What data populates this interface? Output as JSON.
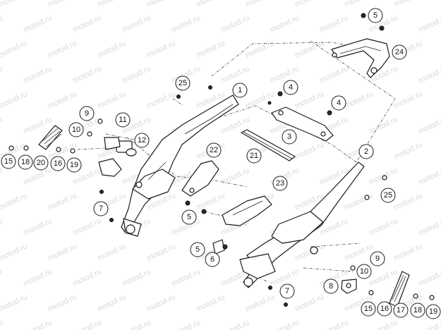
{
  "watermark_text": "motod.ru",
  "colors": {
    "line": "#1a1a1a",
    "fill": "#ffffff",
    "watermark": "#d9d9d9",
    "lead": "#333333"
  },
  "callouts": {
    "c1": "1",
    "c2": "2",
    "c3": "3",
    "c4a": "4",
    "c4b": "4",
    "c5a": "5",
    "c5b": "5",
    "c5c": "5",
    "c6": "6",
    "c7a": "7",
    "c7b": "7",
    "c8": "8",
    "c9a": "9",
    "c9b": "9",
    "c10a": "10",
    "c10b": "10",
    "c11": "11",
    "c12": "12",
    "c15a": "15",
    "c15b": "15",
    "c16a": "16",
    "c16b": "16",
    "c17": "17",
    "c18a": "18",
    "c18b": "18",
    "c19a": "19",
    "c19b": "19",
    "c20": "20",
    "c21": "21",
    "c22": "22",
    "c23": "23",
    "c24": "24",
    "c25a": "25",
    "c25b": "25"
  }
}
